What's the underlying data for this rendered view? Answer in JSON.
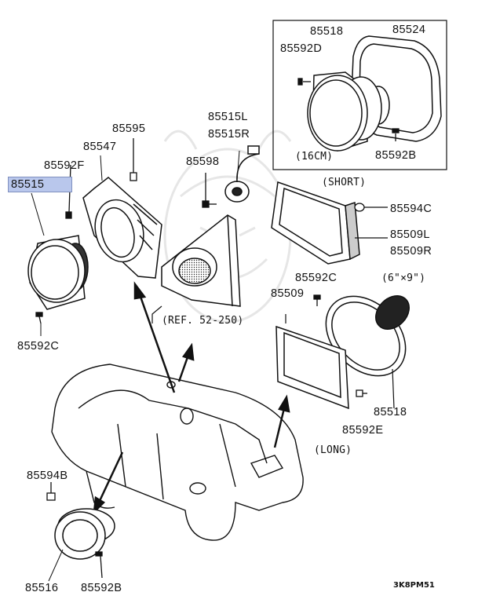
{
  "diagram": {
    "figure_code": "3K8PM51",
    "reference": "(REF. 52-250)",
    "selected_part": "85515",
    "labels": {
      "p85518_top": "85518",
      "p85524": "85524",
      "p85592D": "85592D",
      "size_16cm": "(16CM)",
      "p85592B_top": "85592B",
      "short": "(SHORT)",
      "p85515L": "85515L",
      "p85515R": "85515R",
      "p85595": "85595",
      "p85547": "85547",
      "p85592F": "85592F",
      "p85515": "85515",
      "p85598": "85598",
      "p85594C": "85594C",
      "p85509L": "85509L",
      "p85509R": "85509R",
      "p85592C_mid": "85592C",
      "size_6x9": "(6\"×9\")",
      "p85509": "85509",
      "p85592C_left": "85592C",
      "p85518_bottom": "85518",
      "p85592E": "85592E",
      "long": "(LONG)",
      "p85594B": "85594B",
      "p85516": "85516",
      "p85592B_bottom": "85592B"
    }
  }
}
